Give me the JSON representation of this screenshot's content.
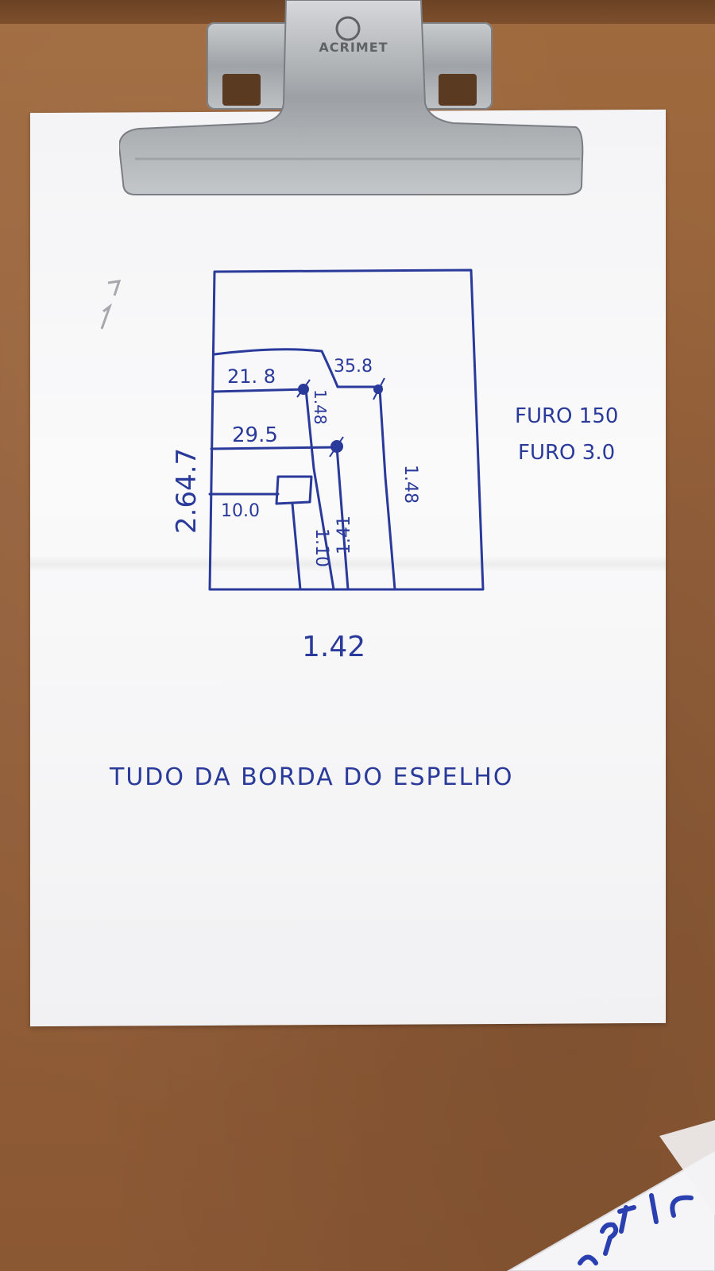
{
  "clip": {
    "brand": "ACRIMET",
    "brand_icon": "clip-brand-logo-icon"
  },
  "sketch": {
    "top_left_measure": "21. 8",
    "top_right_measure": "35.8",
    "middle_measure": "29.5",
    "lower_left_measure": "10.0",
    "vertical_small": "1.48",
    "vertical_right": "1.48",
    "vertical_mid": "1.41",
    "vertical_left": "1.10",
    "left_height": "2.64.7",
    "bottom_width": "1.42"
  },
  "notes": {
    "furo_1": "FURO 150",
    "furo_2": "FURO 3.0",
    "caption": "TUDO  DA  BORDA  DO  ESPELHO"
  },
  "colors": {
    "ink": "#2a3a9a",
    "paper": "#f6f6f7",
    "clipboard": "#94603a"
  }
}
